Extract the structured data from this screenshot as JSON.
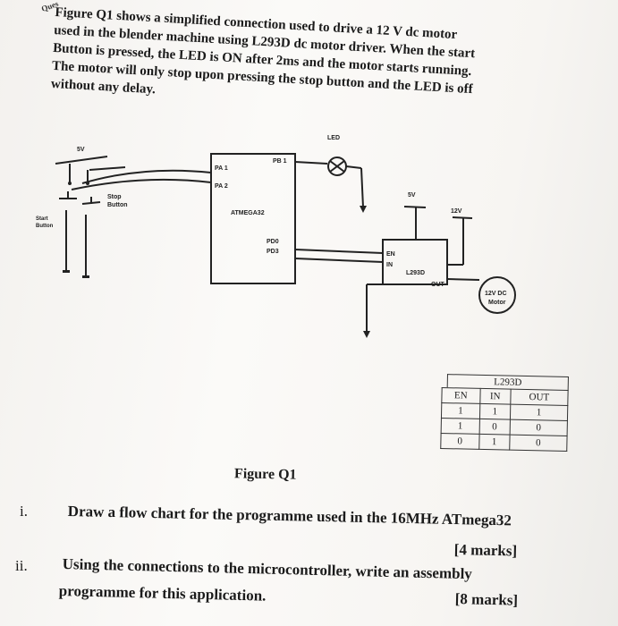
{
  "corner_label": "Ques",
  "intro_lines": [
    "Figure Q1 shows a simplified connection used to drive a 12 V dc motor",
    "used in the blender machine using L293D dc motor driver. When the start",
    "Button is pressed, the LED is ON after 2ms and the motor starts running.",
    "The motor will only stop upon pressing the stop button and the LED is off",
    "without any delay."
  ],
  "circuit": {
    "label_5v": "5V",
    "label_12v": "12V",
    "led": "LED",
    "stop_button_1": "Stop",
    "stop_button_2": "Button",
    "start_button_1": "Start",
    "start_button_2": "Button",
    "pa1": "PA 1",
    "pa2": "PA 2",
    "pb1": "PB 1",
    "mcu": "ATMEGA32",
    "pd0": "PD0",
    "pd3": "PD3",
    "en": "EN",
    "in": "IN",
    "driver": "L293D",
    "out": "OUT",
    "motor_1": "12V DC",
    "motor_2": "Motor"
  },
  "truth_table": {
    "title": "L293D",
    "headers": [
      "EN",
      "IN",
      "OUT"
    ],
    "rows": [
      [
        "1",
        "1",
        "1"
      ],
      [
        "1",
        "0",
        "0"
      ],
      [
        "0",
        "1",
        "0"
      ]
    ]
  },
  "figure_caption": "Figure Q1",
  "questions": [
    {
      "number": "i.",
      "text": "Draw a flow chart for the programme used in the 16MHz ATmega32",
      "marks": "[4 marks]"
    },
    {
      "number": "ii.",
      "text_lines": [
        "Using the connections to the microcontroller, write an assembly",
        "programme for this application."
      ],
      "marks": "[8 marks]"
    }
  ]
}
